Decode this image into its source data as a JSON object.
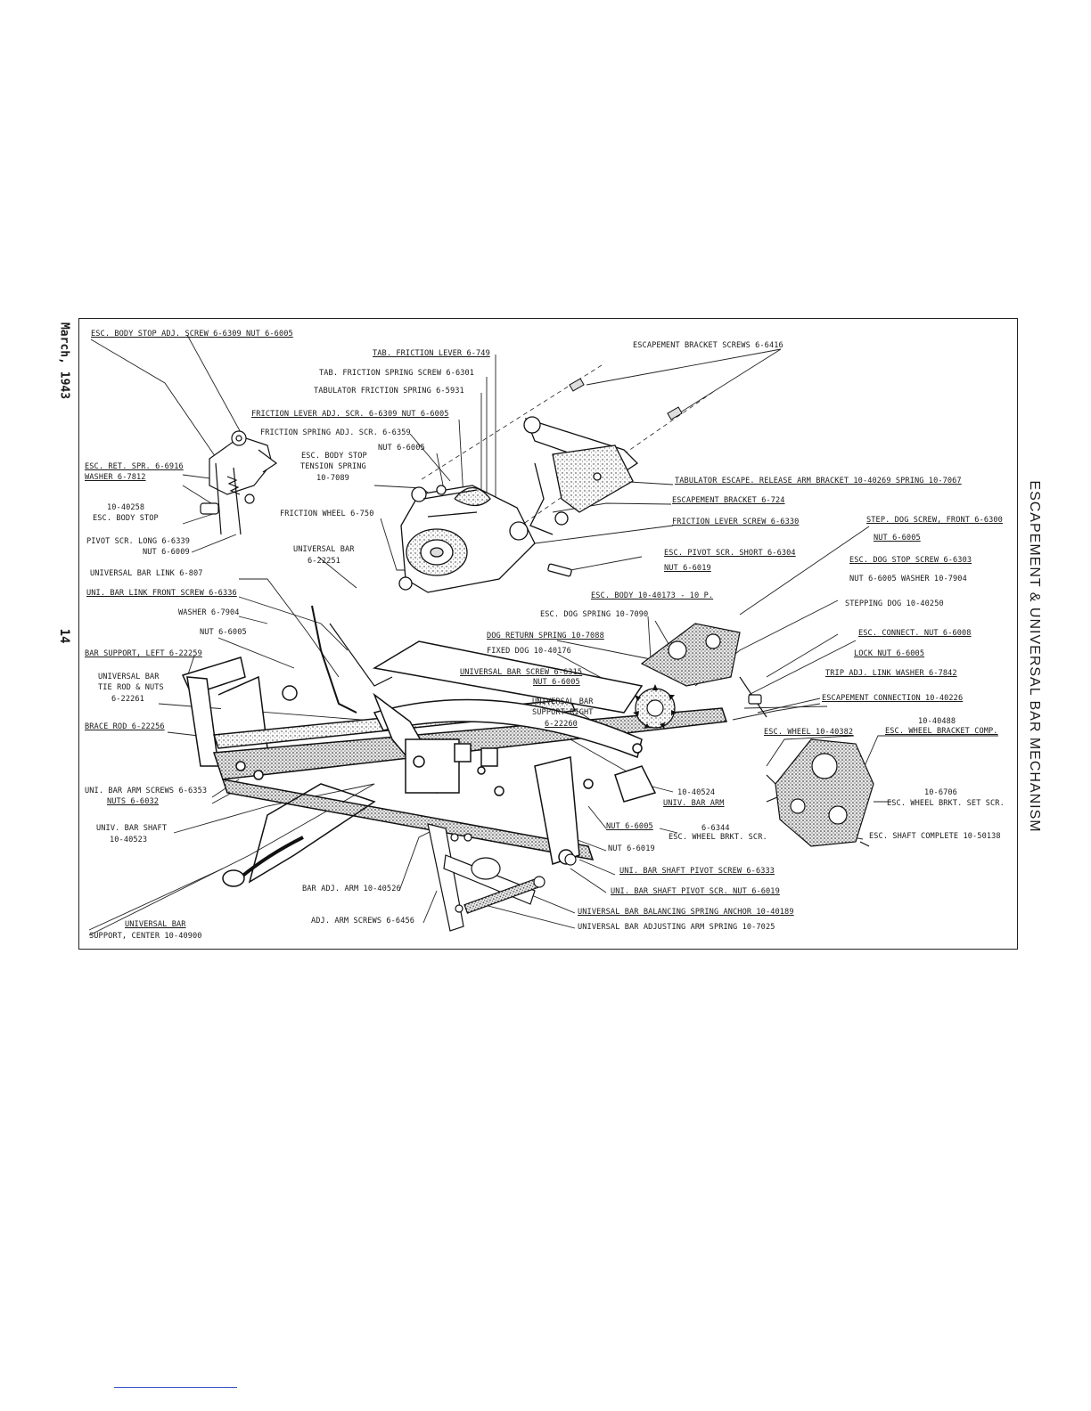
{
  "header": {
    "date": "March, 1943",
    "page_number": "14",
    "title": "ESCAPEMENT & UNIVERSAL BAR MECHANISM"
  },
  "labels": [
    {
      "id": "esc-body-stop-adj-screw",
      "text": "ESC. BODY STOP ADJ. SCREW 6-6309  NUT 6-6005"
    },
    {
      "id": "tab-friction-lever",
      "text": "TAB. FRICTION LEVER 6-749"
    },
    {
      "id": "escapement-bracket-screws",
      "text": "ESCAPEMENT BRACKET SCREWS 6-6416"
    },
    {
      "id": "tab-friction-spring-screw",
      "text": "TAB. FRICTION SPRING SCREW 6-6301"
    },
    {
      "id": "tabulator-friction-spring",
      "text": "TABULATOR FRICTION SPRING 6-5931"
    },
    {
      "id": "friction-lever-adj-scr",
      "text": "FRICTION LEVER ADJ. SCR. 6-6309  NUT 6-6005"
    },
    {
      "id": "friction-spring-adj-scr",
      "text": "FRICTION SPRING ADJ. SCR. 6-6359"
    },
    {
      "id": "nut-6005-a",
      "text": "NUT 6-6005"
    },
    {
      "id": "esc-body-stop-tension-1",
      "text": "ESC. BODY STOP"
    },
    {
      "id": "esc-body-stop-tension-2",
      "text": "TENSION SPRING"
    },
    {
      "id": "esc-body-stop-tension-3",
      "text": "10-7089"
    },
    {
      "id": "esc-ret-spr",
      "text": "ESC. RET. SPR. 6-6916"
    },
    {
      "id": "washer-7812",
      "text": "WASHER 6-7812"
    },
    {
      "id": "esc-body-stop-num",
      "text": "10-40258"
    },
    {
      "id": "esc-body-stop",
      "text": "ESC. BODY STOP"
    },
    {
      "id": "friction-wheel",
      "text": "FRICTION WHEEL 6-750"
    },
    {
      "id": "pivot-scr-long",
      "text": "PIVOT SCR. LONG 6-6339"
    },
    {
      "id": "nut-6009",
      "text": "NUT 6-6009"
    },
    {
      "id": "universal-bar-1",
      "text": "UNIVERSAL BAR"
    },
    {
      "id": "universal-bar-2",
      "text": "6-22251"
    },
    {
      "id": "tabulator-escape",
      "text": "TABULATOR ESCAPE. RELEASE ARM BRACKET 10-40269  SPRING 10-7067"
    },
    {
      "id": "escapement-bracket",
      "text": "ESCAPEMENT BRACKET 6-724"
    },
    {
      "id": "friction-lever-screw",
      "text": "FRICTION LEVER SCREW 6-6330"
    },
    {
      "id": "step-dog-screw",
      "text": "STEP. DOG SCREW, FRONT 6-6300"
    },
    {
      "id": "nut-6005-b",
      "text": "NUT 6-6005"
    },
    {
      "id": "esc-pivot-scr",
      "text": "ESC. PIVOT SCR. SHORT 6-6304"
    },
    {
      "id": "esc-dog-stop-screw",
      "text": "ESC. DOG STOP SCREW 6-6303"
    },
    {
      "id": "nut-6019-a",
      "text": "NUT 6-6019"
    },
    {
      "id": "nut-washer",
      "text": "NUT 6-6005  WASHER 10-7904"
    },
    {
      "id": "universal-bar-link",
      "text": "UNIVERSAL BAR LINK 6-807"
    },
    {
      "id": "uni-bar-link-front",
      "text": "UNI. BAR LINK FRONT SCREW 6-6336"
    },
    {
      "id": "esc-body",
      "text": "ESC. BODY 10-40173 - 10 P."
    },
    {
      "id": "washer-7904",
      "text": "WASHER 6-7904"
    },
    {
      "id": "esc-dog-spring",
      "text": "ESC. DOG SPRING 10-7090"
    },
    {
      "id": "stepping-dog",
      "text": "STEPPING DOG 10-40250"
    },
    {
      "id": "nut-6005-c",
      "text": "NUT 6-6005"
    },
    {
      "id": "dog-return-spring",
      "text": "DOG RETURN SPRING 10-7088"
    },
    {
      "id": "esc-connect-nut",
      "text": "ESC. CONNECT. NUT 6-6008"
    },
    {
      "id": "bar-support-left",
      "text": "BAR SUPPORT, LEFT 6-22259"
    },
    {
      "id": "fixed-dog",
      "text": "FIXED DOG 10-40176"
    },
    {
      "id": "lock-nut",
      "text": "LOCK NUT 6-6005"
    },
    {
      "id": "universal-bar-screw",
      "text": "UNIVERSAL BAR SCREW 6-6315"
    },
    {
      "id": "trip-adj-link-washer",
      "text": "TRIP ADJ. LINK WASHER 6-7842"
    },
    {
      "id": "tie-rod-1",
      "text": "UNIVERSAL BAR"
    },
    {
      "id": "tie-rod-2",
      "text": "TIE ROD & NUTS"
    },
    {
      "id": "tie-rod-3",
      "text": "6-22261"
    },
    {
      "id": "nut-6005-d",
      "text": "NUT 6-6005"
    },
    {
      "id": "ub-support-right-1",
      "text": "UNIVERSAL BAR"
    },
    {
      "id": "ub-support-right-2",
      "text": "SUPPORT RIGHT"
    },
    {
      "id": "ub-support-right-3",
      "text": "6-22260"
    },
    {
      "id": "escapement-connection",
      "text": "ESCAPEMENT CONNECTION 10-40226"
    },
    {
      "id": "wheel-bracket-num",
      "text": "10-40488"
    },
    {
      "id": "brace-rod",
      "text": "BRACE ROD 6-22256"
    },
    {
      "id": "esc-wheel",
      "text": "ESC. WHEEL 10-40382"
    },
    {
      "id": "esc-wheel-bracket-comp",
      "text": "ESC. WHEEL BRACKET COMP."
    },
    {
      "id": "uni-bar-arm-screws",
      "text": "UNI. BAR ARM SCREWS 6-6353"
    },
    {
      "id": "nuts-6032",
      "text": "NUTS 6-6032"
    },
    {
      "id": "univ-bar-arm-num",
      "text": "10-40524"
    },
    {
      "id": "univ-bar-arm",
      "text": "UNIV. BAR ARM"
    },
    {
      "id": "set-scr-num",
      "text": "10-6706"
    },
    {
      "id": "esc-wheel-brkt-set-scr",
      "text": "ESC. WHEEL BRKT. SET SCR."
    },
    {
      "id": "univ-bar-shaft-1",
      "text": "UNIV. BAR SHAFT"
    },
    {
      "id": "univ-bar-shaft-2",
      "text": "10-40523"
    },
    {
      "id": "nut-6005-e",
      "text": "NUT 6-6005"
    },
    {
      "id": "brkt-scr-num",
      "text": "6-6344"
    },
    {
      "id": "esc-wheel-brkt-scr",
      "text": "ESC. WHEEL BRKT. SCR."
    },
    {
      "id": "esc-shaft-complete",
      "text": "ESC. SHAFT COMPLETE 10-50138"
    },
    {
      "id": "nut-6019-b",
      "text": "NUT 6-6019"
    },
    {
      "id": "uni-bar-shaft-pivot-screw",
      "text": "UNI. BAR SHAFT PIVOT SCREW 6-6333"
    },
    {
      "id": "bar-adj-arm",
      "text": "BAR ADJ. ARM 10-40526"
    },
    {
      "id": "uni-bar-shaft-pivot-nut",
      "text": "UNI. BAR SHAFT PIVOT SCR. NUT 6-6019"
    },
    {
      "id": "adj-arm-screws",
      "text": "ADJ. ARM SCREWS 6-6456"
    },
    {
      "id": "balancing-spring-anchor",
      "text": "UNIVERSAL BAR BALANCING SPRING ANCHOR 10-40189"
    },
    {
      "id": "support-center-1",
      "text": "UNIVERSAL BAR"
    },
    {
      "id": "support-center-2",
      "text": "SUPPORT, CENTER 10-40900"
    },
    {
      "id": "adjusting-arm-spring",
      "text": "UNIVERSAL BAR ADJUSTING ARM SPRING 10-7025"
    }
  ]
}
